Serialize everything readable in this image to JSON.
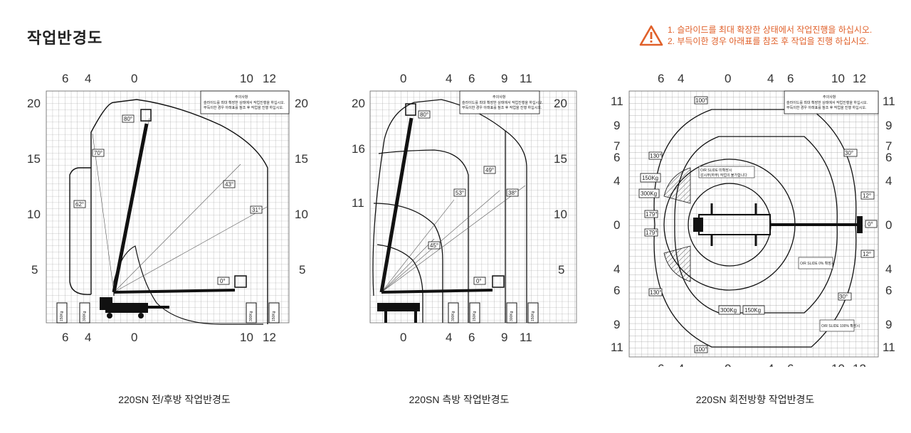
{
  "page": {
    "title": "작업반경도",
    "notice": {
      "line1": "1. 슬라이드를 최대 확장한 상태에서 작업진행을 하십시오.",
      "line2": "2. 부득이한 경우 아래표를 참조 후 작업을 진행 하십시오."
    }
  },
  "colors": {
    "accent": "#e0602a",
    "line": "#111111",
    "grid": "#999999"
  },
  "icons": {
    "warning": "warning-triangle-icon"
  },
  "diagrams": [
    {
      "caption": "220SN 전/후방 작업반경도",
      "x_ticks": [
        "6",
        "4",
        "0",
        "10",
        "12"
      ],
      "y_ticks": [
        "20",
        "15",
        "10",
        "5"
      ],
      "angles": [
        "80°",
        "70°",
        "62°",
        "43°",
        "31°",
        "0°"
      ],
      "loads": [
        "150Kg",
        "300Kg",
        "300Kg",
        "150Kg"
      ],
      "note_title": "주의사항",
      "note_line1": "슬라이드를 최대 확장한 상태에서 작업진행을 하십시오.",
      "note_line2": "부득이한 경우 아래표를 참조 후 작업을 진행 하십시오."
    },
    {
      "caption": "220SN 측방 작업반경도",
      "x_ticks": [
        "0",
        "4",
        "6",
        "9",
        "11"
      ],
      "y_ticks": [
        "20",
        "16",
        "11"
      ],
      "y_ticks_right": [
        "20",
        "15",
        "10",
        "5"
      ],
      "angles": [
        "80°",
        "53°",
        "49°",
        "38°",
        "45°",
        "0°"
      ],
      "loads": [
        "300Kg",
        "150Kg",
        "300Kg",
        "150Kg"
      ],
      "note_title": "주의사항",
      "note_line1": "슬라이드를 최대 확장한 상태에서 작업진행을 하십시오.",
      "note_line2": "부득이한 경우 아래표를 참조 후 작업을 진행 하십시오."
    },
    {
      "caption": "220SN 회전방향 작업반경도",
      "x_ticks": [
        "6",
        "4",
        "0",
        "4",
        "6",
        "10",
        "12"
      ],
      "y_ticks": [
        "11",
        "9",
        "7",
        "6",
        "4",
        "0",
        "4",
        "6",
        "9",
        "11"
      ],
      "angles": [
        "100°",
        "130°",
        "179°",
        "179°",
        "130°",
        "100°",
        "30°",
        "12°",
        "0°",
        "12°",
        "30°"
      ],
      "loads": [
        "150Kg",
        "300Kg",
        "300Kg",
        "150Kg"
      ],
      "labels": {
        "or_slide_0": "O/R SLIDE 0% 확장시",
        "or_slide_100": "O/R SLIDE 100% 확장시",
        "or_slide_hatch_1": "O/R SLIDE 미확장시",
        "or_slide_hatch_2": "감시부(하부) 작업의 불가합니다"
      },
      "note_title": "주의사항",
      "note_line1": "슬라이드를 최대 확장한 상태에서 작업진행을 하십시오.",
      "note_line2": "부득이한 경우 아래표를 참조 후 작업을 진행 하십시오."
    }
  ]
}
